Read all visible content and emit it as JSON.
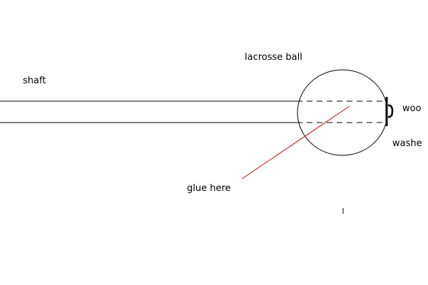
{
  "labels": {
    "shaft": "shaft",
    "lacrosse_ball": "lacrosse ball",
    "glue_here": "glue here",
    "wood": "woo",
    "washer": "washe"
  },
  "colors": {
    "line": "#000000",
    "pointer": "#cc0000",
    "background": "#ffffff"
  }
}
